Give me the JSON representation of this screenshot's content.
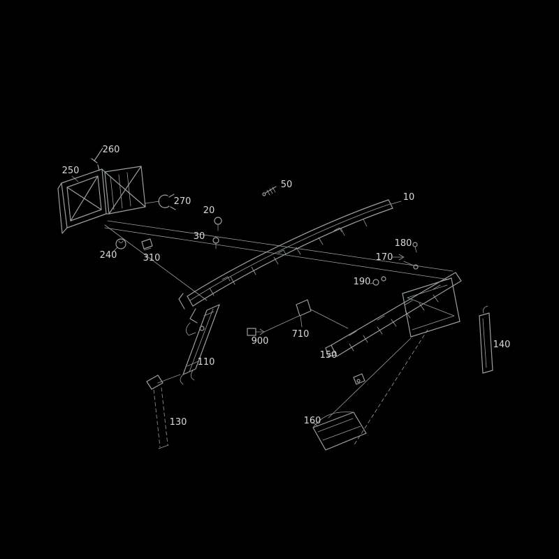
{
  "diagram": {
    "colors": {
      "background": "#000000",
      "line": "#9aa0a0",
      "label_text": "#d9d9d9"
    },
    "labels": [
      {
        "text": "260"
      },
      {
        "text": "250"
      },
      {
        "text": "270"
      },
      {
        "text": "240"
      },
      {
        "text": "310"
      },
      {
        "text": "50"
      },
      {
        "text": "20"
      },
      {
        "text": "30"
      },
      {
        "text": "10"
      },
      {
        "text": "180"
      },
      {
        "text": "170"
      },
      {
        "text": "190"
      },
      {
        "text": "900"
      },
      {
        "text": "710"
      },
      {
        "text": "110"
      },
      {
        "text": "150"
      },
      {
        "text": "130"
      },
      {
        "text": "160"
      },
      {
        "text": "140"
      }
    ]
  }
}
